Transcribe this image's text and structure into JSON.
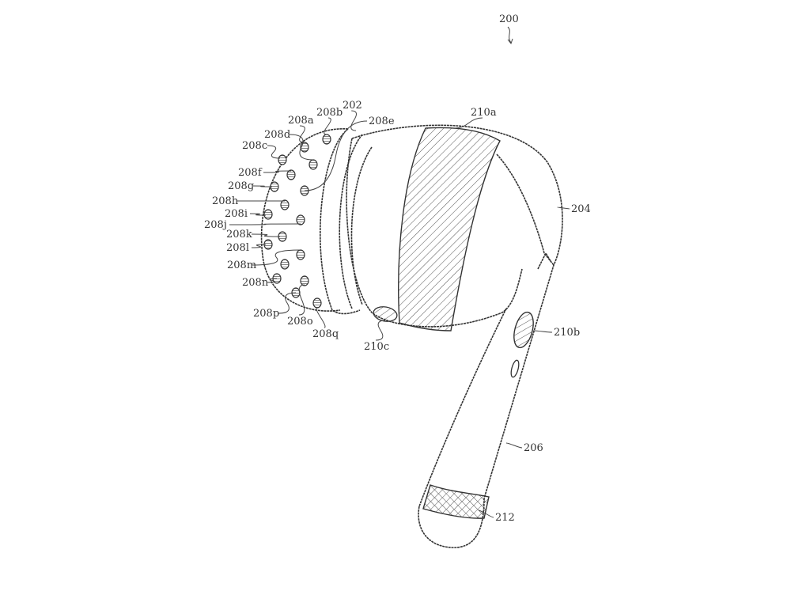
{
  "figure_ref": "200",
  "labels": {
    "l202": "202",
    "l204": "204",
    "l206": "206",
    "l208a": "208a",
    "l208b": "208b",
    "l208c": "208c",
    "l208d": "208d",
    "l208e": "208e",
    "l208f": "208f",
    "l208g": "208g",
    "l208h": "208h",
    "l208i": "208i",
    "l208j": "208j",
    "l208k": "208k",
    "l208l": "208l",
    "l208m": "208m",
    "l208n": "208n",
    "l208o": "208o",
    "l208p": "208p",
    "l208q": "208q",
    "l210a": "210a",
    "l210b": "210b",
    "l210c": "210c",
    "l212": "212"
  },
  "parts": {
    "ear_tip": "202",
    "housing": "204",
    "stem": "206",
    "sensors": "208a-208q",
    "hatched_band": "210a",
    "stem_sensor": "210b",
    "side_sensor": "210c",
    "stem_tip": "212"
  },
  "colors": {
    "line": "#333333",
    "background": "#ffffff"
  }
}
